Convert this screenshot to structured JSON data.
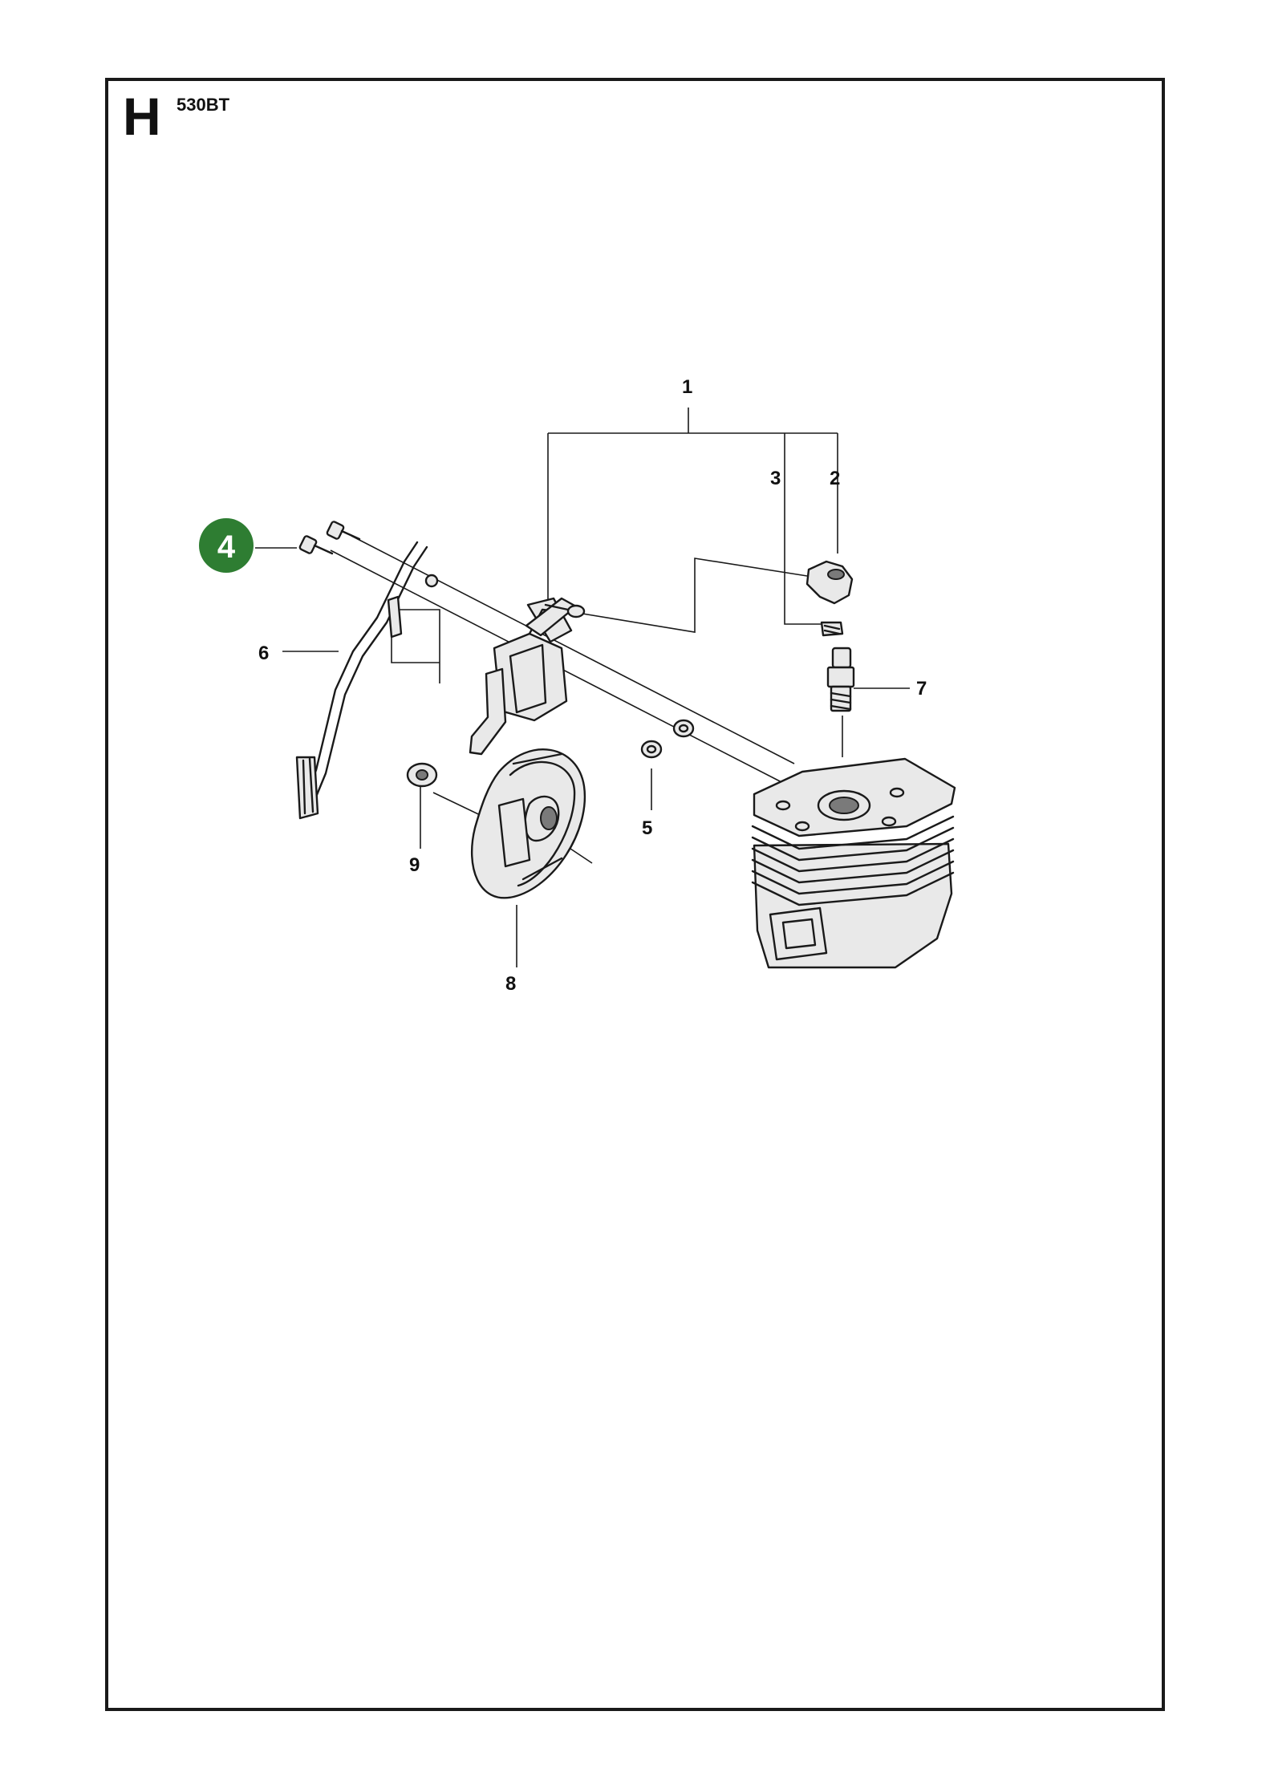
{
  "header": {
    "section_letter": "H",
    "model": "530BT"
  },
  "callouts": {
    "c1": "1",
    "c2": "2",
    "c3": "3",
    "c4": "4",
    "c5": "5",
    "c6": "6",
    "c7": "7",
    "c8": "8",
    "c9": "9"
  },
  "colors": {
    "highlight_badge": "#2e7d32",
    "line": "#1a1a1a"
  }
}
